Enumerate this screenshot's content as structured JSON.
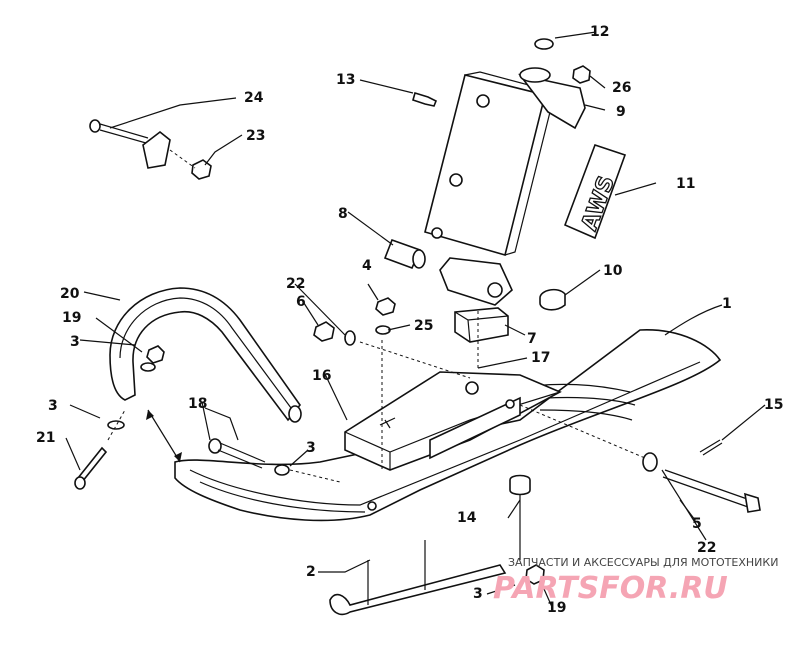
{
  "callouts": {
    "c1": "1",
    "c2": "2",
    "c3a": "3",
    "c3b": "3",
    "c3c": "3",
    "c3d": "3",
    "c4": "4",
    "c5": "5",
    "c6": "6",
    "c7": "7",
    "c8": "8",
    "c9": "9",
    "c10": "10",
    "c11": "11",
    "c12": "12",
    "c13": "13",
    "c14": "14",
    "c15": "15",
    "c16": "16",
    "c17": "17",
    "c18": "18",
    "c19a": "19",
    "c19b": "19",
    "c20": "20",
    "c21": "21",
    "c22a": "22",
    "c22b": "22",
    "c23": "23",
    "c24": "24",
    "c25": "25",
    "c26": "26"
  },
  "decal_text": "AWS",
  "watermark": {
    "line1": "ЗАПЧАСТИ И АКСЕССУАРЫ ДЛЯ МОТОТЕХНИКИ",
    "line2": "PARTSFOR.RU",
    "color": "#f5a5b4"
  }
}
